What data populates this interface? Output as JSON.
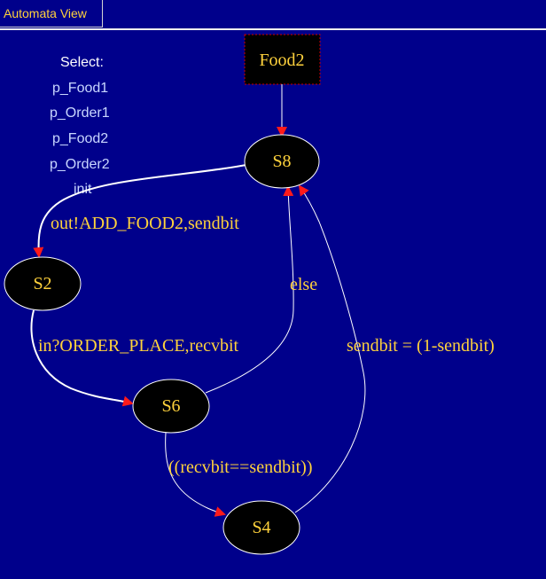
{
  "window": {
    "tab_label": "Automata View"
  },
  "select_panel": {
    "title": "Select:",
    "items": [
      "p_Food1",
      "p_Order1",
      "p_Food2",
      "p_Order2",
      "init"
    ]
  },
  "automaton": {
    "name_box": "Food2",
    "states": [
      "S8",
      "S2",
      "S6",
      "S4"
    ],
    "edge_labels": {
      "s8_s2": "out!ADD_FOOD2,sendbit",
      "s2_s6": "in?ORDER_PLACE,recvbit",
      "s6_s8": "else",
      "s4_s8": "sendbit = (1-sendbit)",
      "s6_s4": "((recvbit==sendbit))"
    }
  },
  "colors": {
    "background": "#00008b",
    "label_text": "#ffd23c",
    "state_fill": "#000000",
    "arrow_head": "#ff1a1a",
    "edge_line": "#ffffff",
    "start_box_border": "#cc0000"
  }
}
